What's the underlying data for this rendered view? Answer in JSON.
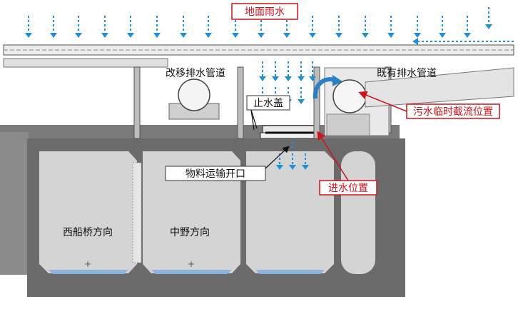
{
  "labels": {
    "rain": "地面雨水",
    "relocated_pipe": "改移排水管道",
    "existing_pipe": "既有排水管道",
    "stop_cover": "止水盖",
    "sewage_intercept": "污水临时截流位置",
    "material_opening": "物料运输开口",
    "water_entry": "进水位置",
    "west_direction": "西船桥方向",
    "nakano_direction": "中野方向"
  },
  "colors": {
    "rain_blue": "#1f8fd8",
    "callout_red": "#d0121b",
    "concrete_dark": "#6b6b6b",
    "cavity_gray": "#d4d4d4",
    "water_blue": "#8fb3e0"
  }
}
